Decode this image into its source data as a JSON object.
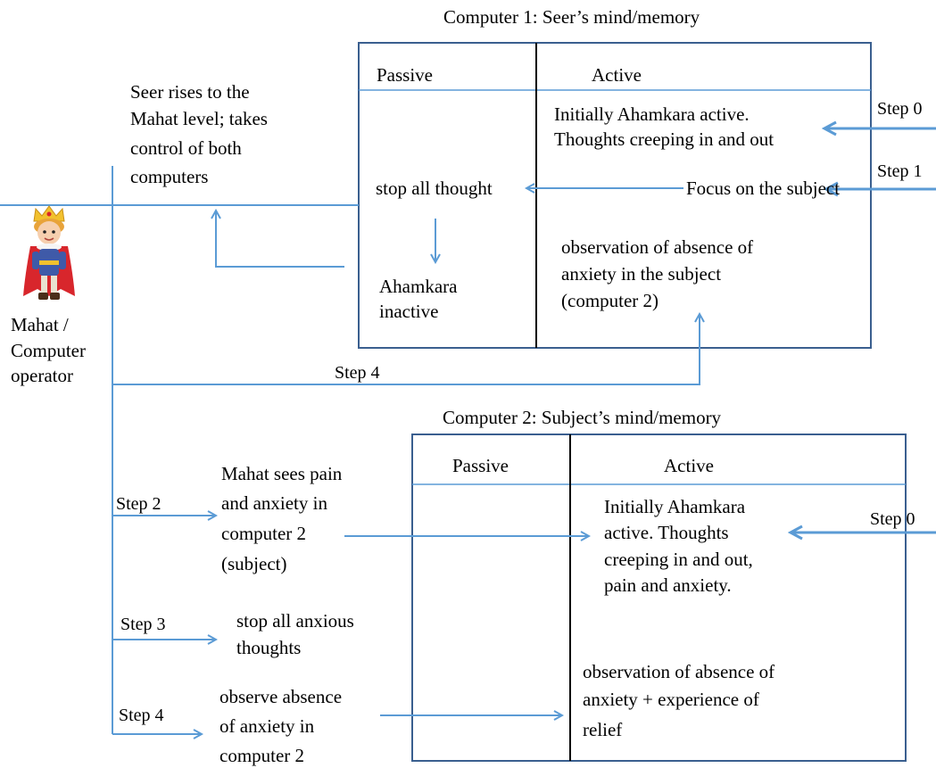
{
  "computer1": {
    "title": "Computer 1: Seer’s mind/memory",
    "passive": "Passive",
    "active": "Active",
    "initial": [
      "Initially Ahamkara active.",
      "Thoughts creeping in and out"
    ],
    "focus": "Focus on the subject",
    "stop": "stop all thought",
    "inactive": [
      "Ahamkara",
      "inactive"
    ],
    "observation": [
      "observation of absence of",
      "anxiety in the subject",
      "(computer 2)"
    ]
  },
  "computer2": {
    "title": "Computer 2: Subject’s mind/memory",
    "passive": "Passive",
    "active": "Active",
    "initial": [
      "Initially Ahamkara",
      "active.  Thoughts",
      "creeping in and out,",
      "pain and anxiety."
    ],
    "observation": [
      "observation of absence of",
      "anxiety + experience of",
      "relief"
    ]
  },
  "seer_note": [
    "Seer rises to the",
    "Mahat  level; takes",
    "control of both",
    "computers"
  ],
  "operator": [
    "Mahat /",
    "Computer",
    "operator"
  ],
  "steps": {
    "c1_step0": "Step 0",
    "c1_step1": "Step 1",
    "c2_step0": "Step 0",
    "step2": "Step 2",
    "step3": "Step 3",
    "step4_left": "Step 4",
    "step4_top": "Step 4"
  },
  "actions": {
    "step2": [
      "Mahat sees pain",
      "and anxiety in",
      "computer 2",
      "(subject)"
    ],
    "step3": [
      "stop all anxious",
      "thoughts"
    ],
    "step4": [
      "observe absence",
      "of anxiety in",
      "computer 2"
    ]
  },
  "colors": {
    "box_border": "#3a5f8f",
    "divider": "#000000",
    "arrow": "#5b9bd5",
    "text": "#000000"
  },
  "icons": {
    "operator_figure": "king-figure-icon"
  }
}
